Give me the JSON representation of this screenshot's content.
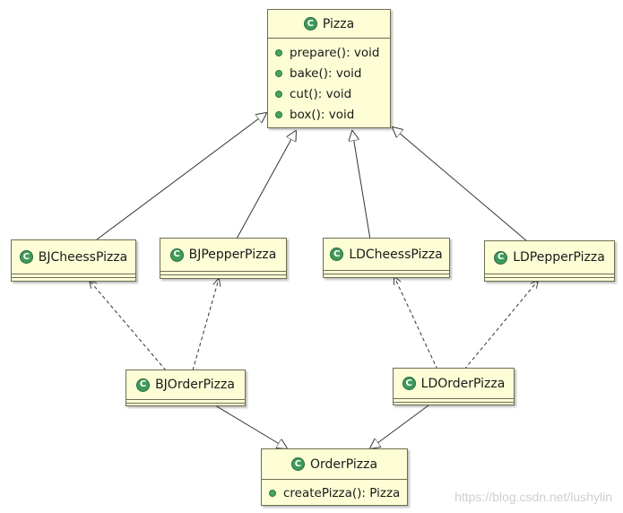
{
  "pizza": {
    "name": "Pizza",
    "icon": "class-icon",
    "icon_glyph": "C",
    "methods": [
      "prepare(): void",
      "bake(): void",
      "cut(): void",
      "box(): void"
    ]
  },
  "bj_cheess": {
    "name": "BJCheessPizza",
    "icon_glyph": "C"
  },
  "bj_pepper": {
    "name": "BJPepperPizza",
    "icon_glyph": "C"
  },
  "ld_cheess": {
    "name": "LDCheessPizza",
    "icon_glyph": "C"
  },
  "ld_pepper": {
    "name": "LDPepperPizza",
    "icon_glyph": "C"
  },
  "bj_order": {
    "name": "BJOrderPizza",
    "icon_glyph": "C"
  },
  "ld_order": {
    "name": "LDOrderPizza",
    "icon_glyph": "C"
  },
  "order_pizza": {
    "name": "OrderPizza",
    "icon_glyph": "C",
    "methods": [
      "createPizza(): Pizza"
    ]
  },
  "watermark": "https://blog.csdn.net/lushylin",
  "colors": {
    "class_fill": "#fdfdd6",
    "class_border": "#6e6e52",
    "icon_green": "#3f9a5a",
    "line": "#333333"
  }
}
